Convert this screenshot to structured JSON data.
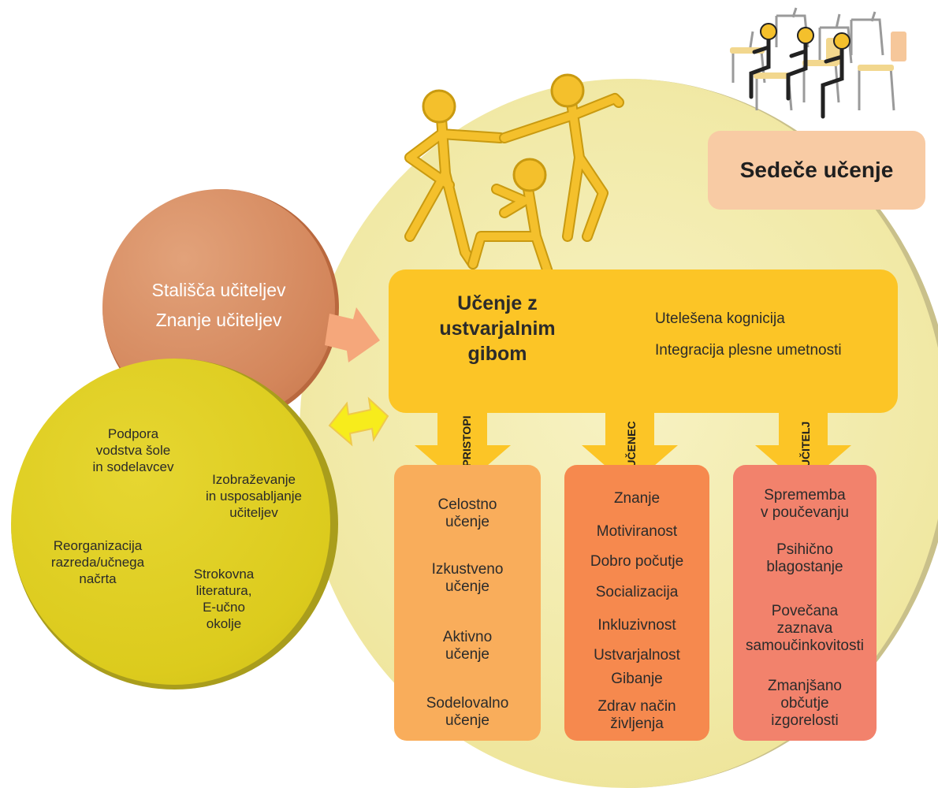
{
  "sedentary_label": "Sedeče učenje",
  "teacher_circle": {
    "line1": "Stališča učiteljev",
    "line2": "Znanje učiteljev"
  },
  "support_circle": {
    "item1": [
      "Podpora",
      "vodstva šole",
      "in sodelavcev"
    ],
    "item2": [
      "Izobraževanje",
      "in usposabljanje",
      "učiteljev"
    ],
    "item3": [
      "Reorganizacija",
      "razreda/učnega",
      "načrta"
    ],
    "item4": [
      "Strokovna",
      "literatura,",
      "E-učno",
      "okolje"
    ]
  },
  "center": {
    "title": [
      "Učenje z",
      "ustvarjalnim",
      "gibom"
    ],
    "related": [
      "Utelešena kognicija",
      "Integracija plesne umetnosti"
    ]
  },
  "arrows": [
    "PRISTOPI",
    "UČENEC",
    "UČITELJ"
  ],
  "approaches": [
    [
      "Celostno",
      "učenje"
    ],
    [
      "Izkustveno",
      "učenje"
    ],
    [
      "Aktivno",
      "učenje"
    ],
    [
      "Sodelovalno",
      "učenje"
    ]
  ],
  "learner": [
    [
      "Znanje"
    ],
    [
      "Motiviranost"
    ],
    [
      "Dobro počutje"
    ],
    [
      "Socializacija"
    ],
    [
      "Inkluzivnost"
    ],
    [
      "Ustvarjalnost"
    ],
    [
      "Gibanje"
    ],
    [
      "Zdrav način",
      "življenja"
    ]
  ],
  "teacher": [
    [
      "Sprememba",
      "v poučevanju"
    ],
    [
      "Psihično",
      "blagostanje"
    ],
    [
      "Povečana",
      "zaznava",
      "samoučinkovitosti"
    ],
    [
      "Zmanjšano",
      "občutje",
      "izgorelosti"
    ]
  ],
  "colors": {
    "center_box": "#fcc526",
    "teacher_circle": "#d3855a",
    "support_circle": "#dccb1d",
    "approaches_box": "#f9ad5b",
    "learner_box": "#f6894e",
    "teacher_box": "#f2826c",
    "sedentary_box": "#f8cba4",
    "figure_fill": "#f4c02c",
    "figure_stroke": "#c99a10"
  }
}
